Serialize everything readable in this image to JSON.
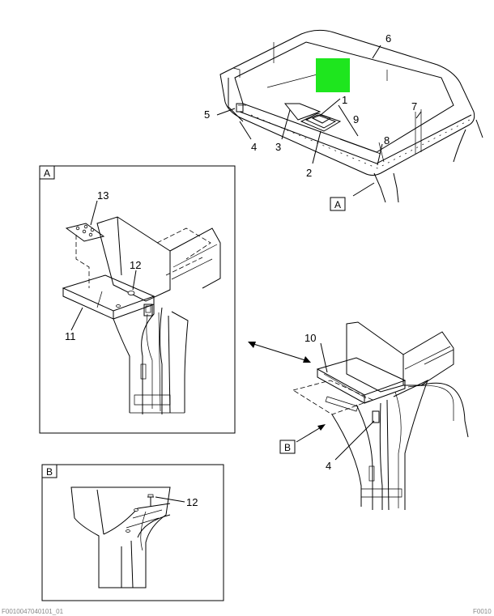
{
  "highlight_color": "#1ee61e",
  "callouts": {
    "c1": "1",
    "c2": "2",
    "c3": "3",
    "c4": "4",
    "c5": "5",
    "c6": "6",
    "c7": "7",
    "c8": "8",
    "c9": "9",
    "c10": "10",
    "c11": "11",
    "c12": "12",
    "c13": "13",
    "c12b": "12",
    "c4b": "4"
  },
  "view_labels": {
    "frame_a": "A",
    "pointer_a": "A",
    "frame_b": "B",
    "pointer_b": "B"
  },
  "footer": {
    "left": "F0010047040101_01",
    "right": "F0010"
  }
}
